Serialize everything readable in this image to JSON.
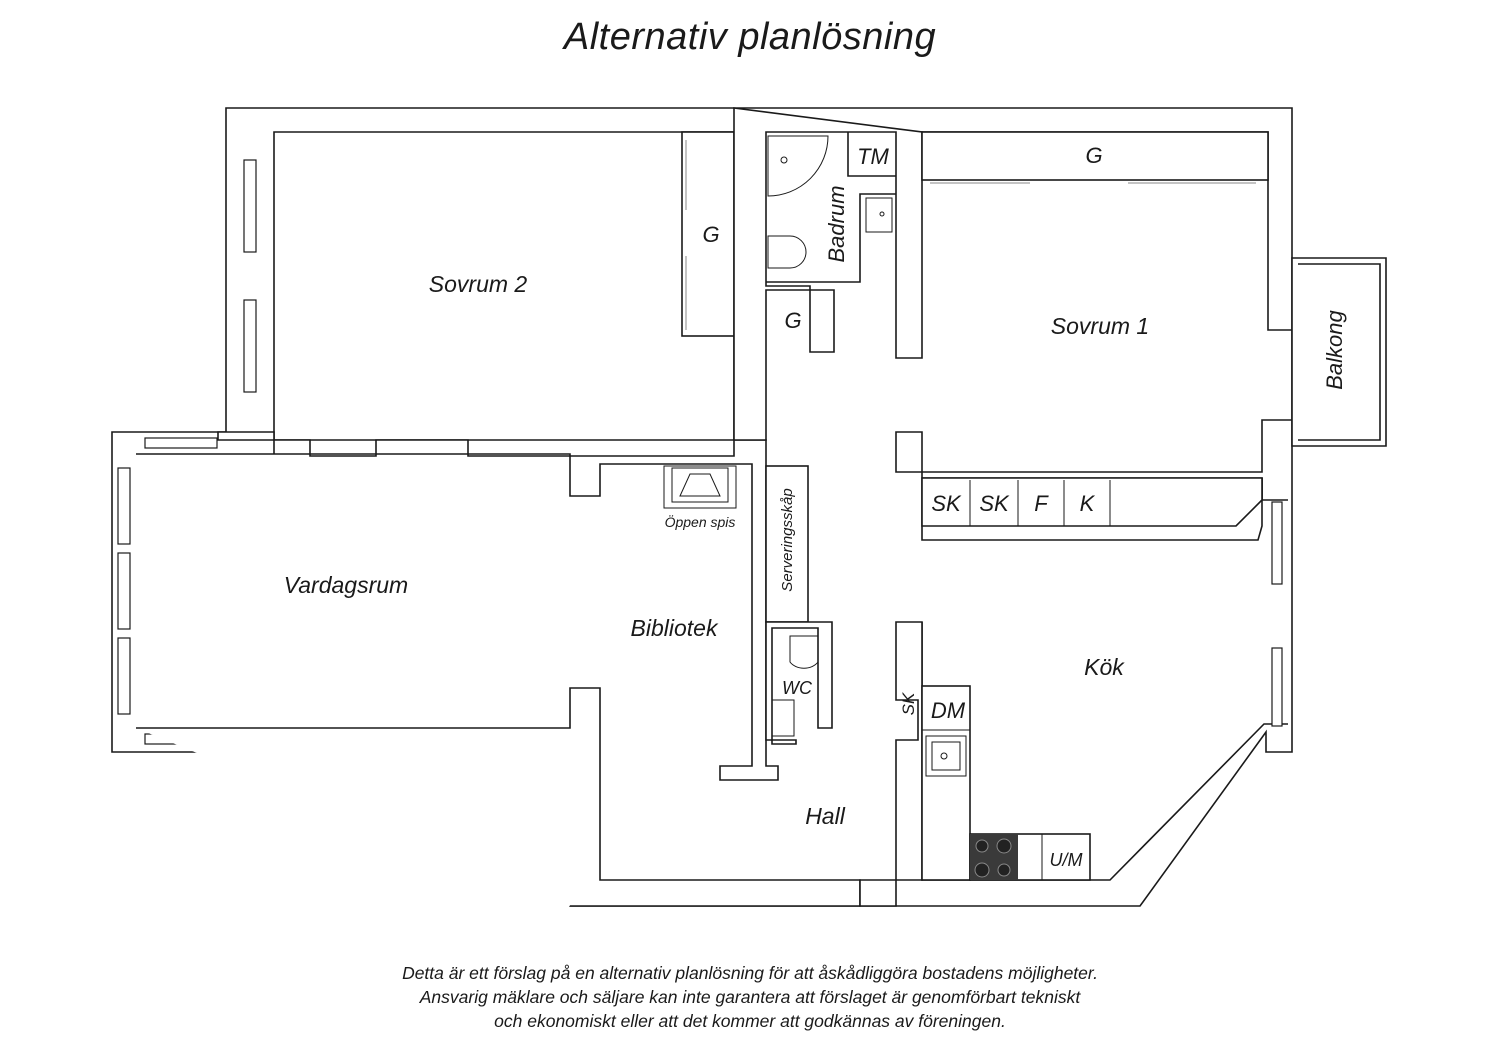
{
  "title": "Alternativ planlösning",
  "rooms": {
    "sovrum2": "Sovrum 2",
    "sovrum1": "Sovrum 1",
    "vardagsrum": "Vardagsrum",
    "bibliotek": "Bibliotek",
    "hall": "Hall",
    "kok": "Kök",
    "badrum": "Badrum",
    "balkong": "Balkong",
    "wc": "WC",
    "serveringsskap": "Serveringsskåp"
  },
  "fixtures": {
    "g_sovrum2": "G",
    "g_sovrum1": "G",
    "g_hall": "G",
    "tm": "TM",
    "sk1": "SK",
    "sk2": "SK",
    "f": "F",
    "k": "K",
    "sk_hall": "SK",
    "dm": "DM",
    "um": "U/M",
    "oppen_spis": "Öppen spis"
  },
  "disclaimer": [
    "Detta är ett förslag på en alternativ planlösning för att åskådliggöra bostadens möjligheter.",
    "Ansvarig mäklare och säljare kan inte garantera att förslaget är genomförbart tekniskt",
    "och ekonomiskt eller att det kommer att godkännas av föreningen."
  ]
}
